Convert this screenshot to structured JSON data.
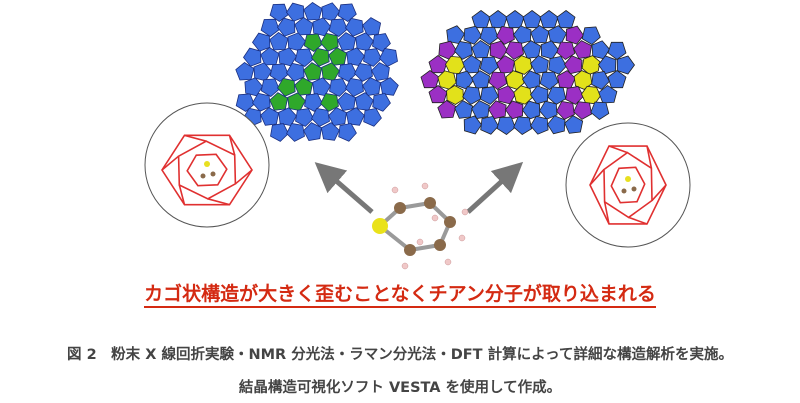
{
  "headline": "カゴ状構造が大きく歪むことなくチアン分子が取り込まれる",
  "caption": {
    "line1": "図 2　粉末 X 線回折実験・NMR 分光法・ラマン分光法・DFT 計算によって詳細な構造解析を実施。",
    "line2": "結晶構造可視化ソフト VESTA を使用して作成。"
  },
  "colors": {
    "headline": "#d42a12",
    "cage_blue": "#3d6fe0",
    "cage_green": "#2fa82a",
    "cage_purple": "#9b2fc4",
    "cage_yellow": "#e2e11a",
    "cage_line": "#e03030",
    "arrow": "#777777"
  }
}
